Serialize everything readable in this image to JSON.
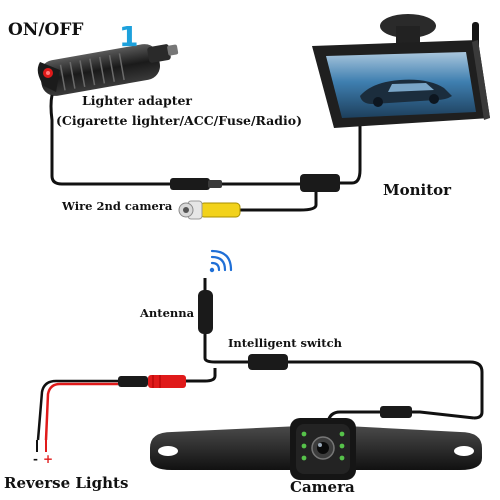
{
  "labels": {
    "on_off": "ON/OFF",
    "step_number": "1",
    "lighter_title": "Lighter adapter",
    "lighter_options": "(Cigarette lighter/ACC/Fuse/Radio)",
    "monitor": "Monitor",
    "wire_2nd_camera": "Wire 2nd camera",
    "antenna": "Antenna",
    "intelligent_switch": "Intelligent switch",
    "reverse_lights": "Reverse Lights",
    "camera": "Camera",
    "minus_sign": "-",
    "plus_sign": "+"
  },
  "colors": {
    "wire": "#111111",
    "accent_number": "#1da1dc",
    "power_red": "#e01a1a",
    "rca_yellow": "#f2d21b",
    "monitor_screen": "#2b6a9c",
    "wifi_blue": "#1f6fd6"
  },
  "icons": {
    "wifi_signal": "wifi-signal-icon",
    "power_button": "power-button-icon"
  }
}
